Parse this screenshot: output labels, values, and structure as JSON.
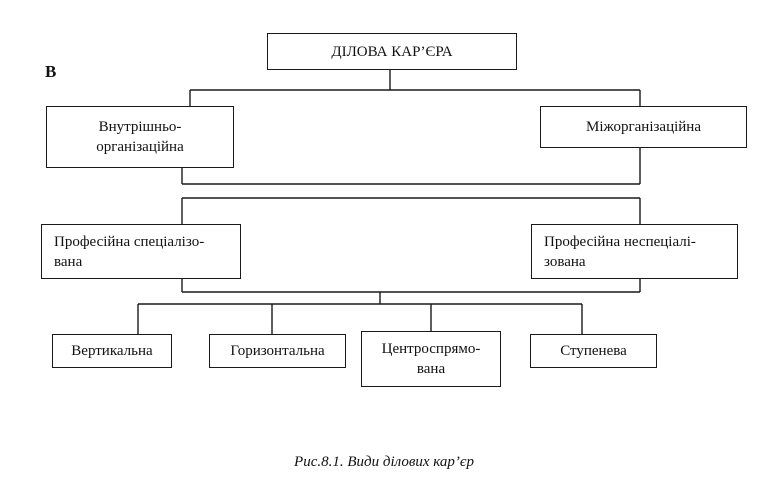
{
  "letter": "В",
  "nodes": {
    "root": "ДІЛОВА КАР’ЄРА",
    "intra": "Внутрішньо-\nорганізаційна",
    "inter": "Міжорганізаційна",
    "spec": "Професійна спеціалізо-\nвана",
    "nonspec": "Професійна неспеціалі-\nзована",
    "vertical": "Вертикальна",
    "horizontal": "Горизонтальна",
    "centripetal": "Центроспрямо-\nвана",
    "stepwise": "Ступенева"
  },
  "caption": "Рис.8.1. Види ділових кар’єр"
}
